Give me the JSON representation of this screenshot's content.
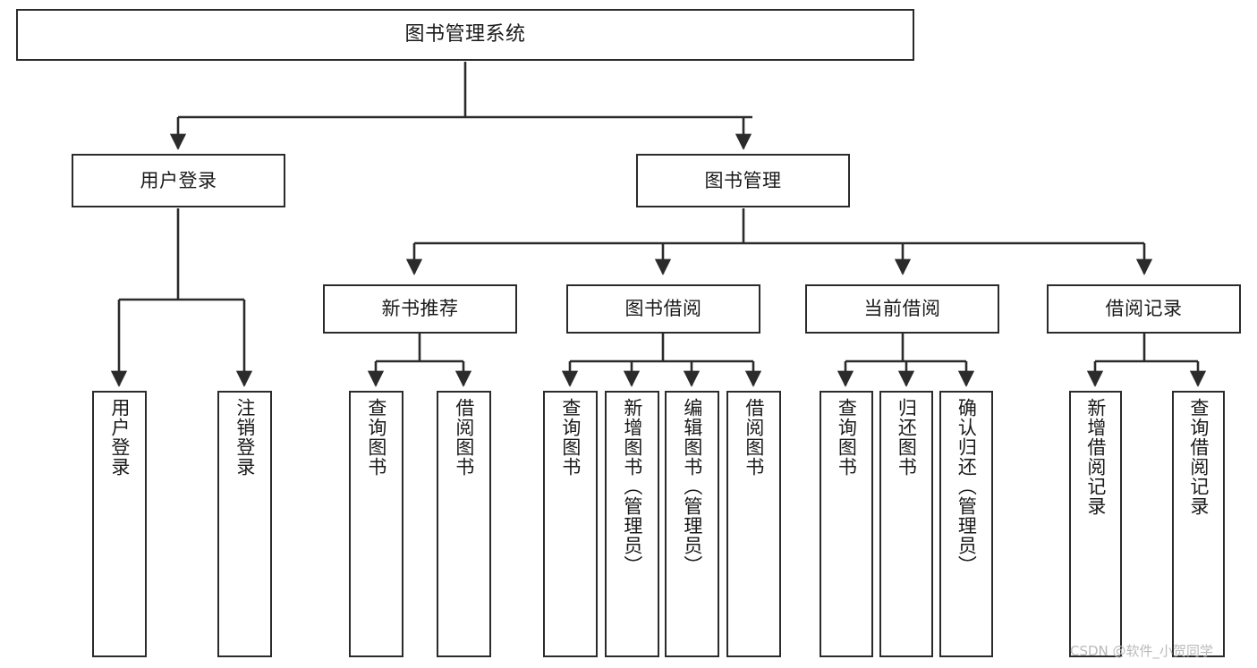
{
  "diagram": {
    "title": "图书管理系统",
    "type": "hierarchy-tree",
    "watermark": "CSDN @软件_小贺同学",
    "colors": {
      "box_border": "#2b2b2b",
      "box_fill": "#ffffff",
      "edge": "#2b2b2b",
      "text": "#1a1a1a",
      "watermark": "#b9b9b9"
    },
    "nodes": {
      "root": {
        "label": "图书管理系统"
      },
      "level2": [
        {
          "label": "用户登录"
        },
        {
          "label": "图书管理"
        }
      ],
      "level3": [
        {
          "label": "新书推荐"
        },
        {
          "label": "图书借阅"
        },
        {
          "label": "当前借阅"
        },
        {
          "label": "借阅记录"
        }
      ],
      "leaves_user_login": [
        {
          "label": "用户登录"
        },
        {
          "label": "注销登录"
        }
      ],
      "leaves_new_book": [
        {
          "label": "查询图书"
        },
        {
          "label": "借阅图书"
        }
      ],
      "leaves_borrow": [
        {
          "label": "查询图书"
        },
        {
          "label": "新增图书（管理员）"
        },
        {
          "label": "编辑图书（管理员）"
        },
        {
          "label": "借阅图书"
        }
      ],
      "leaves_current": [
        {
          "label": "查询图书"
        },
        {
          "label": "归还图书"
        },
        {
          "label": "确认归还（管理员）"
        }
      ],
      "leaves_records": [
        {
          "label": "新增借阅记录"
        },
        {
          "label": "查询借阅记录"
        }
      ]
    }
  }
}
